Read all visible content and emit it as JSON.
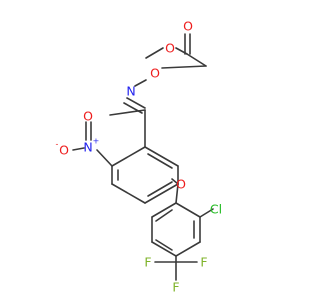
{
  "molecule": {
    "colors": {
      "bond": "#3a3a3a",
      "carbon_text": "#3a3a3a",
      "oxygen": "#ee1c1c",
      "nitrogen": "#2222ee",
      "chlorine": "#22bb22",
      "fluorine": "#7fb32a"
    },
    "atoms": {
      "ester_o_methyl": {
        "text": "O",
        "element": "oxygen"
      },
      "carbonyl_o": {
        "text": "O",
        "element": "oxygen"
      },
      "oxime_o": {
        "text": "O",
        "element": "oxygen"
      },
      "oxime_n": {
        "text": "N",
        "element": "nitrogen"
      },
      "nitro_n": {
        "text": "N",
        "element": "nitrogen",
        "charge": "+"
      },
      "nitro_o_minus": {
        "text": "O",
        "element": "oxygen",
        "charge": "-"
      },
      "nitro_o": {
        "text": "O",
        "element": "oxygen"
      },
      "ether_o": {
        "text": "O",
        "element": "oxygen"
      },
      "chlorine": {
        "text": "Cl",
        "element": "chlorine"
      },
      "fluorine_1": {
        "text": "F",
        "element": "fluorine"
      },
      "fluorine_2": {
        "text": "F",
        "element": "fluorine"
      },
      "fluorine_3": {
        "text": "F",
        "element": "fluorine"
      }
    }
  }
}
